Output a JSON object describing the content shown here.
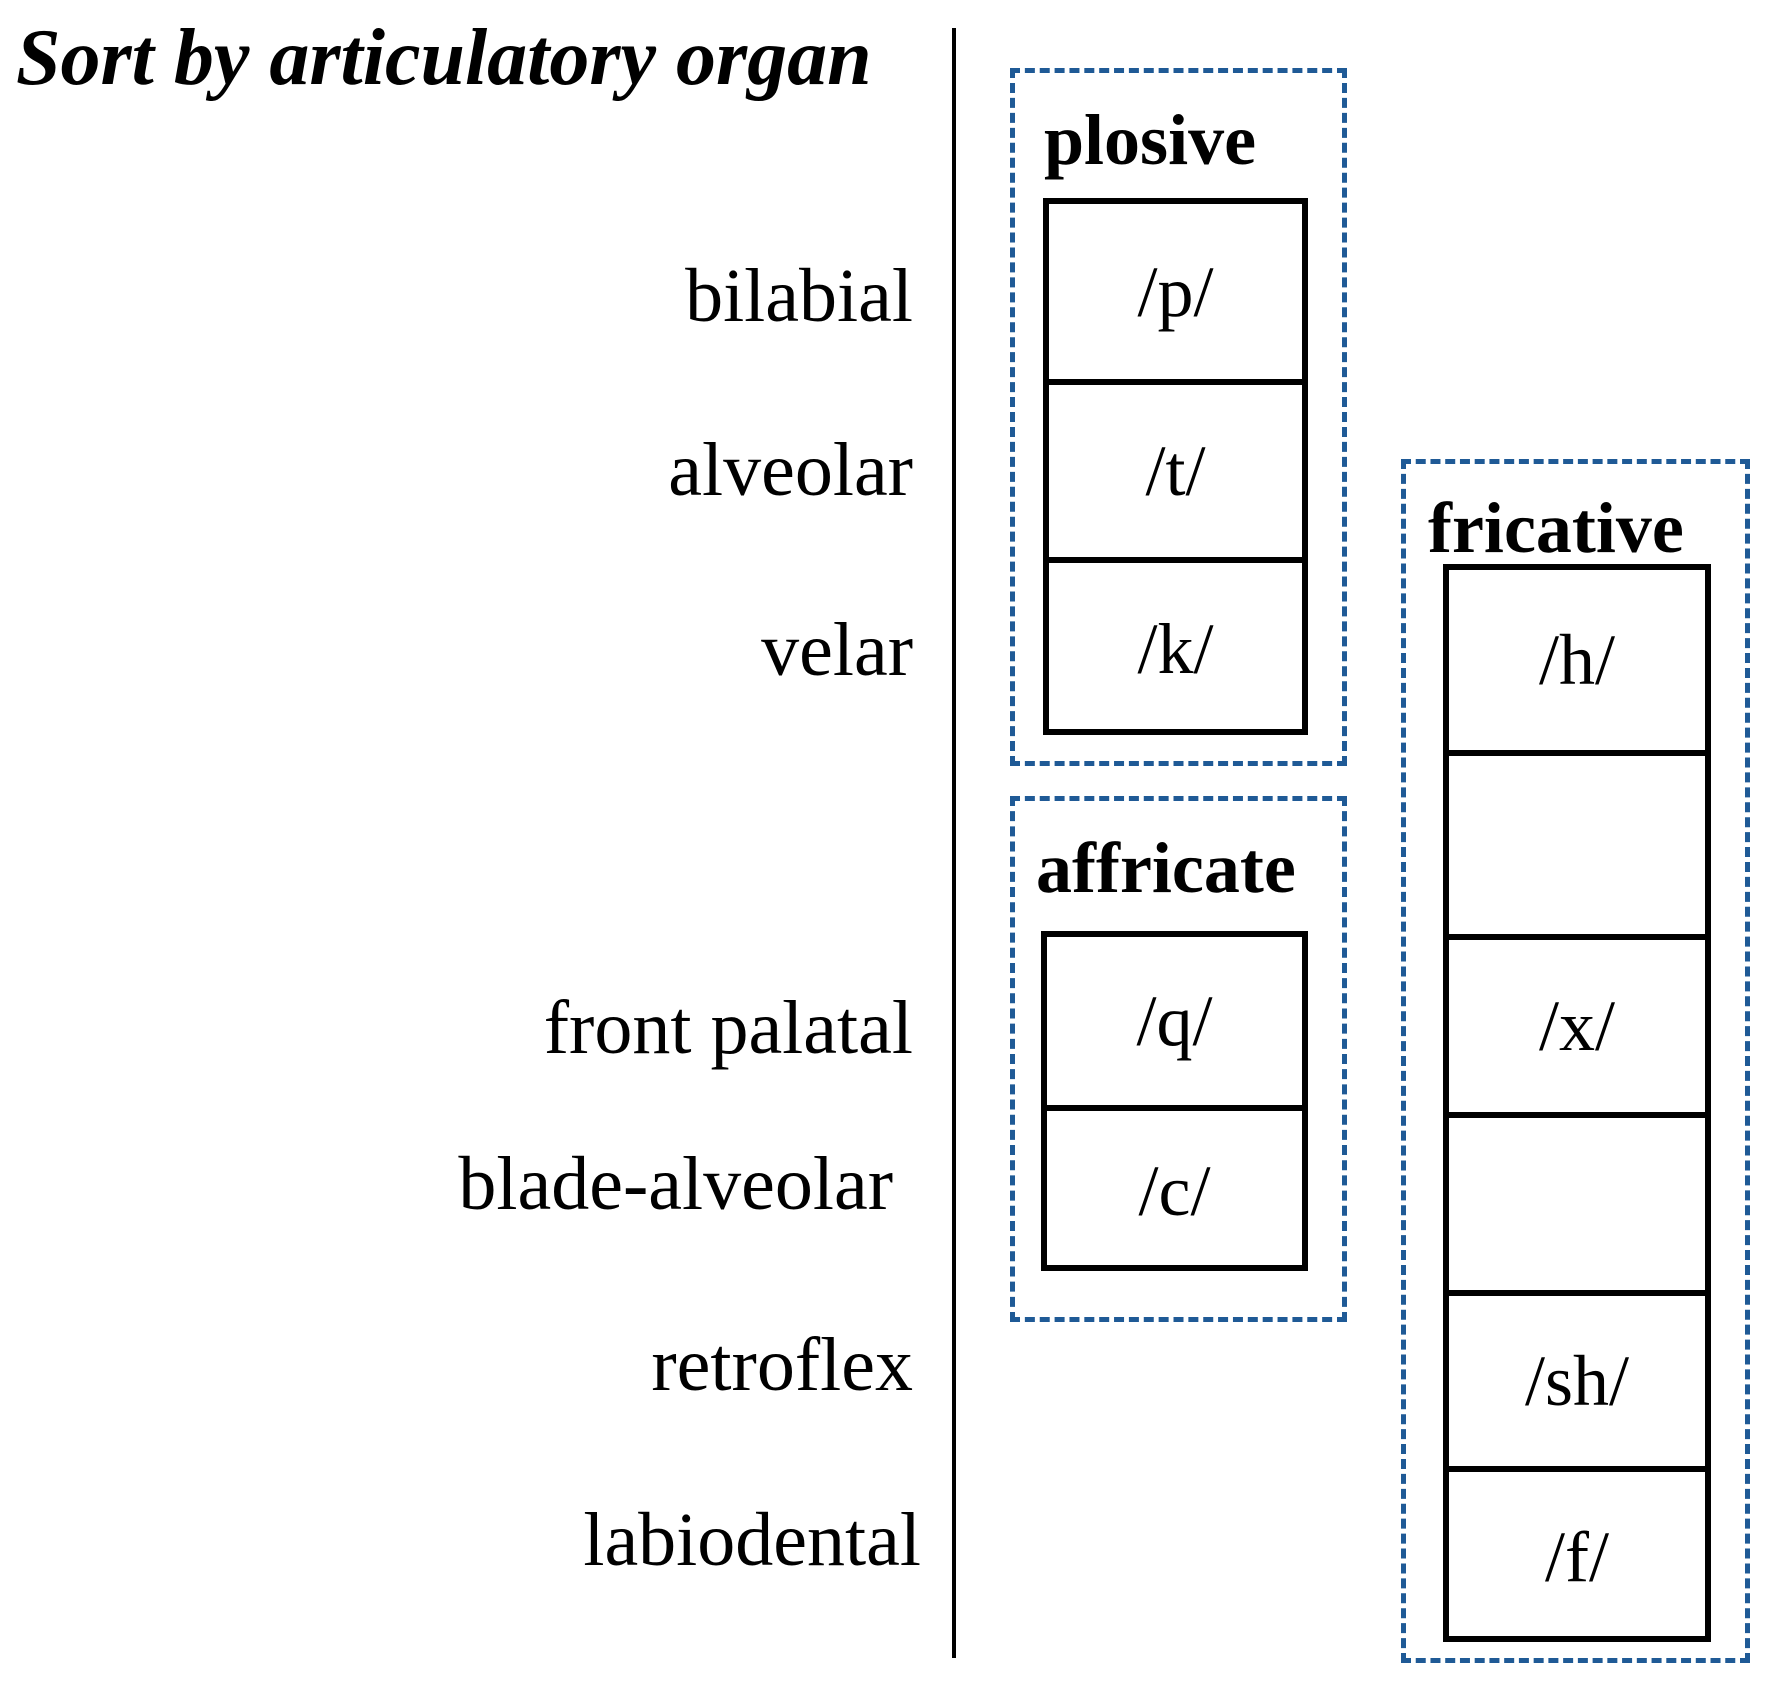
{
  "title": "Sort by articulatory organ",
  "rows": {
    "bilabial": "bilabial",
    "alveolar": "alveolar",
    "velar": "velar",
    "front_palatal": "front palatal",
    "blade_alveolar": "blade-alveolar",
    "retroflex": "retroflex",
    "labiodental": "labiodental"
  },
  "groups": {
    "plosive": {
      "title": "plosive",
      "cells": [
        "/p/",
        "/t/",
        "/k/"
      ]
    },
    "affricate": {
      "title": "affricate",
      "cells": [
        "/q/",
        "/c/"
      ]
    },
    "fricative": {
      "title": "fricative",
      "cells": [
        "/h/",
        "",
        "/x/",
        "",
        "/sh/",
        "/f/"
      ]
    }
  },
  "colors": {
    "dashed_border": "#1f5a96",
    "text": "#000000"
  }
}
